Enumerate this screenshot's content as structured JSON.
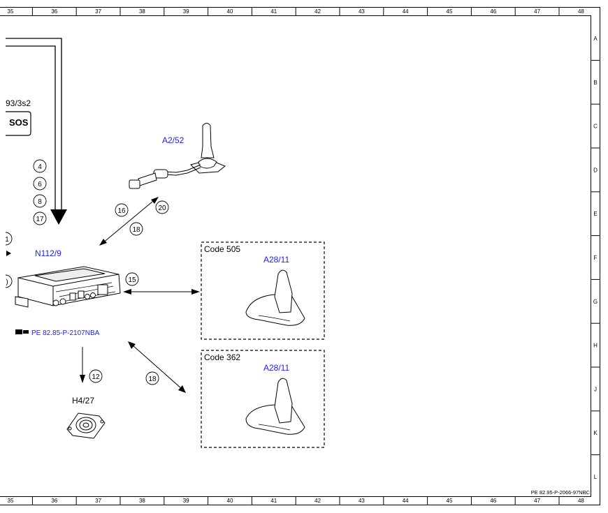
{
  "grid": {
    "columns": [
      "35",
      "36",
      "37",
      "38",
      "39",
      "40",
      "41",
      "42",
      "43",
      "44",
      "45",
      "46",
      "47",
      "48"
    ],
    "rows": [
      "A",
      "B",
      "C",
      "D",
      "E",
      "F",
      "G",
      "H",
      "J",
      "K",
      "L"
    ]
  },
  "labels": {
    "partial_label": "93/3s2",
    "sos_button": "SOS",
    "antenna_top": "A2/52",
    "control_unit": "N112/9",
    "pe_reference": "PE 82.85-P-2107NBA",
    "speaker": "H4/27",
    "box1_code": "Code 505",
    "box1_part": "A28/11",
    "box2_code": "Code 362",
    "box2_part": "A28/11",
    "doc_reference": "PE 82.95-P-2066-97NBC"
  },
  "circle_numbers": {
    "c4": "4",
    "c6": "6",
    "c8": "8",
    "c17": "17",
    "c16": "16",
    "c20": "20",
    "c18a": "18",
    "c15": "15",
    "c12": "12",
    "c18b": "18",
    "c_left1": "1",
    "c_left2": ")"
  },
  "colors": {
    "reference_blue": "#1a1aff",
    "line": "#000000"
  }
}
